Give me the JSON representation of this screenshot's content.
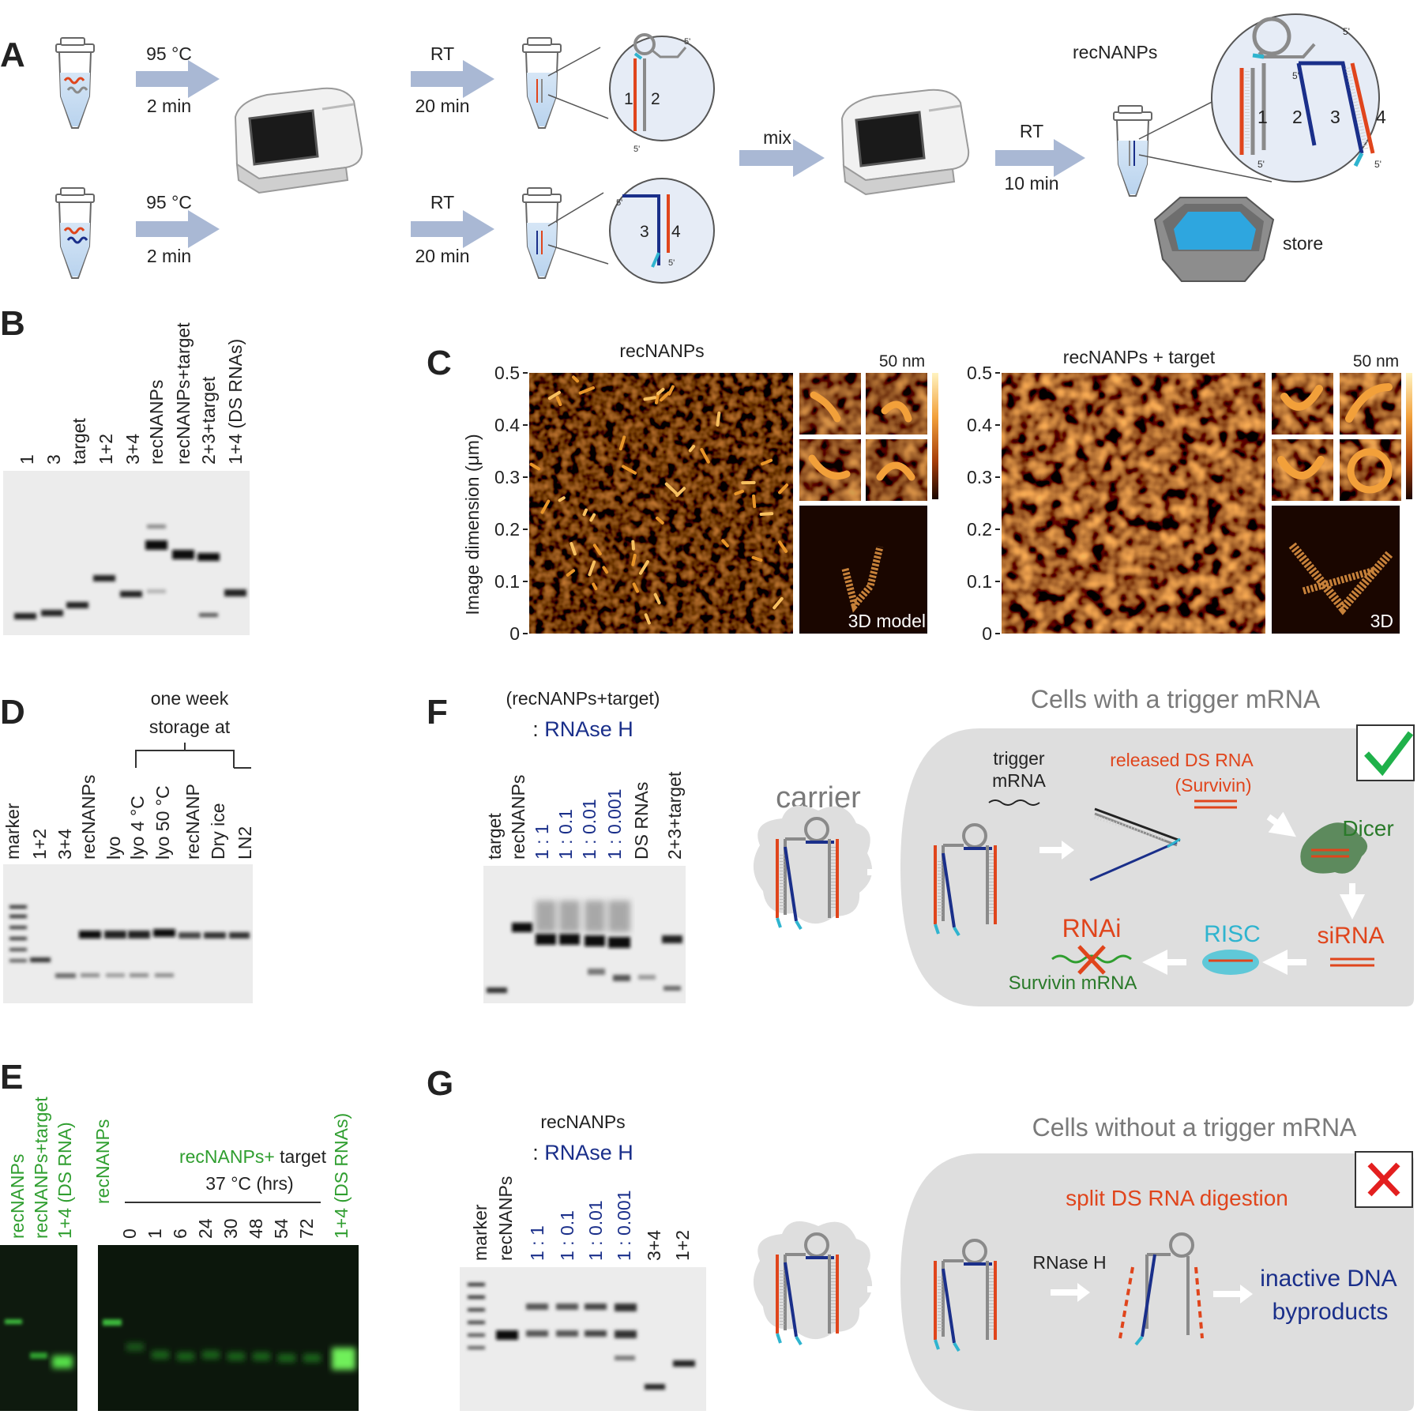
{
  "panels": {
    "A": "A",
    "B": "B",
    "C": "C",
    "D": "D",
    "E": "E",
    "F": "F",
    "G": "G"
  },
  "colors": {
    "strand_red": "#e0451c",
    "strand_blue": "#1a2f8a",
    "strand_gray": "#8a8a8a",
    "strand_cyan": "#2fb4cf",
    "arrow": "#a9b8d4",
    "gel_bg": "#ececec",
    "green_gel": "#0e1a0e",
    "afm_dark": "#1a0600",
    "afm_bright": "#f2a03a",
    "cell_bg": "#dedede"
  },
  "panelA": {
    "step1_temp": "95 °C",
    "step1_time": "2 min",
    "step2_temp": "95 °C",
    "step2_time": "2 min",
    "rt1": "RT",
    "rt1_time": "20 min",
    "rt2": "RT",
    "rt2_time": "20 min",
    "mix": "mix",
    "rt3": "RT",
    "rt3_time": "10 min",
    "product": "recNANPs",
    "store": "store",
    "n1": "1",
    "n2": "2",
    "n3": "3",
    "n4": "4",
    "five_prime": "5'"
  },
  "panelB": {
    "lanes": [
      "1",
      "3",
      "target",
      "1+2",
      "3+4",
      "recNANPs",
      "recNANPs+target",
      "2+3+target",
      "1+4 (DS RNAs)"
    ]
  },
  "panelC": {
    "title_left": "recNANPs",
    "title_right": "recNANPs + target",
    "scale_left": "50 nm",
    "scale_right": "50 nm",
    "ylabel": "Image dimension (μm)",
    "yticks": [
      "0.5",
      "0.4",
      "0.3",
      "0.2",
      "0.1",
      "0"
    ],
    "model_left": "3D model",
    "model_right": "3D"
  },
  "panelD": {
    "header1": "one week",
    "header2": "storage at",
    "lanes": [
      "marker",
      "1+2",
      "3+4",
      "recNANPs",
      "lyo",
      "lyo 4 °C",
      "lyo 50 °C",
      "recNANP",
      "Dry ice",
      "LN2"
    ]
  },
  "panelE": {
    "lanes_left": [
      "recNANPs",
      "recNANPs+target",
      "1+4 (DS RNA)"
    ],
    "lane_recnanps": "recNANPs",
    "header_green": "recNANPs+",
    "header_black": " target",
    "header2": "37 °C (hrs)",
    "times": [
      "0",
      "1",
      "6",
      "24",
      "30",
      "48",
      "54",
      "72"
    ],
    "last_lane": "1+4 (DS RNAs)"
  },
  "panelF": {
    "title1": "(recNANPs+target)",
    "title2_colon": ": ",
    "title2_blue": "RNAse H",
    "lanes": [
      "target",
      "recNANPs",
      "1 : 1",
      "1 : 0.1",
      "1 : 0.01",
      "1 : 0.001",
      "DS RNAs",
      "2+3+target"
    ]
  },
  "panelG": {
    "title1": "recNANPs",
    "title2_colon": ": ",
    "title2_blue": "RNAse H",
    "lanes": [
      "marker",
      "recNANPs",
      "1 : 1",
      "1 : 0.1",
      "1 : 0.01",
      "1 : 0.001",
      "3+4",
      "1+2"
    ]
  },
  "cellsTop": {
    "title": "Cells with a trigger mRNA",
    "carrier": "carrier",
    "trigger1": "trigger",
    "trigger2": "mRNA",
    "released1": "released DS RNA",
    "released2": "(Survivin)",
    "dicer": "Dicer",
    "sirna": "siRNA",
    "risc": "RISC",
    "rnai": "RNAi",
    "survivin": "Survivin mRNA"
  },
  "cellsBottom": {
    "title": "Cells without a trigger mRNA",
    "split": "split DS RNA digestion",
    "rnaseh": "RNase H",
    "inactive1": "inactive DNA",
    "inactive2": "byproducts"
  }
}
